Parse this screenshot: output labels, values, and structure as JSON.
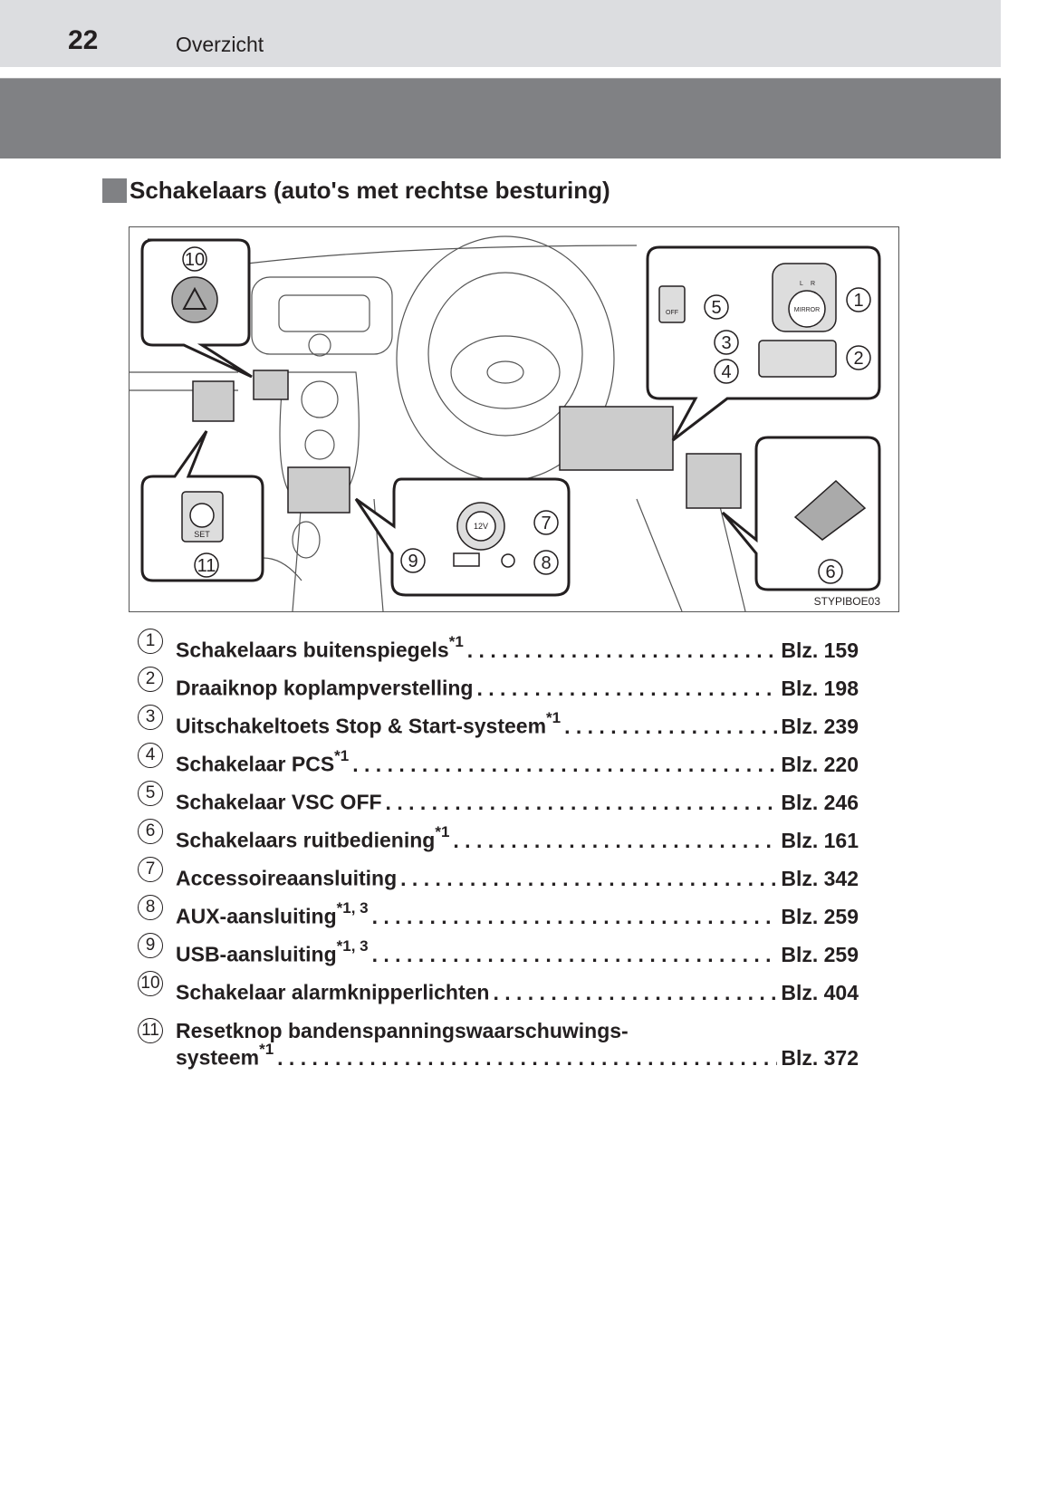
{
  "header": {
    "page_number": "22",
    "section": "Overzicht"
  },
  "heading": "Schakelaars (auto's met rechtse besturing)",
  "figure": {
    "code": "STYPIBOE03",
    "callouts": [
      "1",
      "2",
      "3",
      "4",
      "5",
      "6",
      "7",
      "8",
      "9",
      "10",
      "11"
    ],
    "labels": {
      "mirror": "MIRROR",
      "l": "L",
      "r": "R",
      "off": "OFF",
      "socket": "12V",
      "set": "SET"
    }
  },
  "items": [
    {
      "num": "1",
      "label": "Schakelaars buitenspiegels",
      "sup": "*1",
      "page": "Blz. 159"
    },
    {
      "num": "2",
      "label": "Draaiknop koplampverstelling",
      "sup": "",
      "page": "Blz. 198"
    },
    {
      "num": "3",
      "label": "Uitschakeltoets Stop & Start-systeem",
      "sup": "*1",
      "page": "Blz. 239"
    },
    {
      "num": "4",
      "label": "Schakelaar PCS",
      "sup": "*1",
      "page": "Blz. 220"
    },
    {
      "num": "5",
      "label": "Schakelaar VSC OFF",
      "sup": "",
      "page": "Blz. 246"
    },
    {
      "num": "6",
      "label": "Schakelaars ruitbediening",
      "sup": "*1",
      "page": "Blz. 161"
    },
    {
      "num": "7",
      "label": "Accessoireaansluiting",
      "sup": "",
      "page": "Blz. 342"
    },
    {
      "num": "8",
      "label": "AUX-aansluiting",
      "sup": "*1, 3",
      "page": "Blz. 259"
    },
    {
      "num": "9",
      "label": "USB-aansluiting",
      "sup": "*1, 3",
      "page": "Blz. 259"
    },
    {
      "num": "10",
      "label": "Schakelaar alarmknipperlichten",
      "sup": "",
      "page": "Blz. 404"
    }
  ],
  "item11": {
    "num": "11",
    "label_line1": "Resetknop bandenspanningswaarschuwings-",
    "label_line2": "systeem",
    "sup": "*1",
    "page": "Blz. 372"
  }
}
